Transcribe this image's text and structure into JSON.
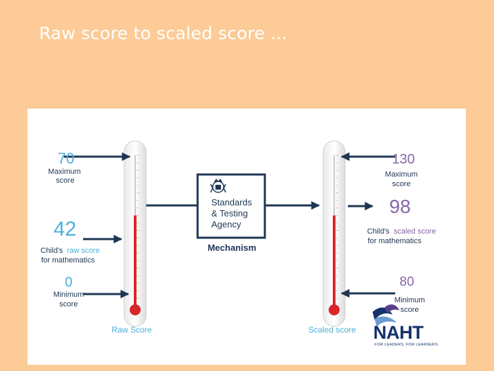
{
  "slide": {
    "title": "Raw score to scaled score ..."
  },
  "diagram": {
    "raw": {
      "max_value": "70",
      "max_label_1": "Maximum",
      "max_label_2": "score",
      "child_value": "42",
      "child_label_a": "Child's",
      "child_label_b": "raw score",
      "child_label_2": "for mathematics",
      "min_value": "0",
      "min_label_1": "Minimum",
      "min_label_2": "score",
      "caption": "Raw Score",
      "fill_fraction": 0.6
    },
    "mechanism": {
      "line1": "Standards",
      "line2": "& Testing",
      "line3": "Agency",
      "caption": "Mechanism"
    },
    "scaled": {
      "max_value": "130",
      "max_label_1": "Maximum",
      "max_label_2": "score",
      "child_value": "98",
      "child_label_a": "Child's",
      "child_label_b": "scaled score",
      "child_label_2": "for mathematics",
      "min_value": "80",
      "min_label_1": "Minimum",
      "min_label_2": "score",
      "caption": "Scaled score",
      "fill_fraction": 0.6
    },
    "logo": {
      "text": "NAHT",
      "tagline": "FOR LEADERS, FOR LEARNERS"
    },
    "colors": {
      "raw_blue": "#4ab0d9",
      "scaled_purple": "#8566a8",
      "arrow_navy": "#1e3653",
      "mercury": "#d9262a",
      "logo_navy": "#13326b"
    }
  }
}
